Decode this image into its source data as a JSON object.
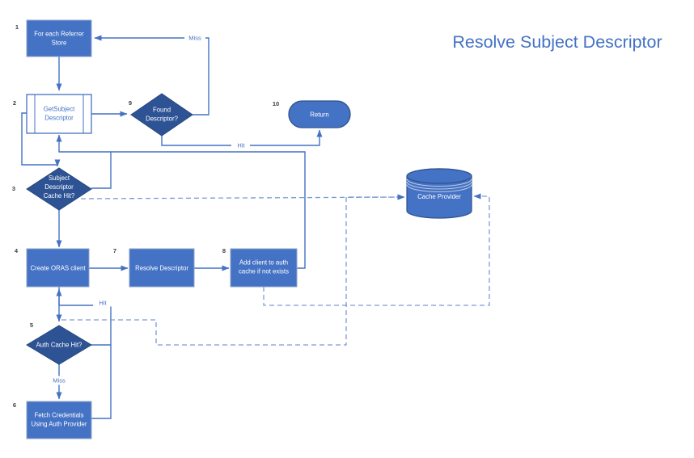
{
  "title": "Resolve Subject Descriptor",
  "nodes": {
    "box1": {
      "num": "1",
      "lines": [
        "For each Referrer",
        "Store"
      ]
    },
    "box2": {
      "num": "2",
      "lines": [
        "GetSubject",
        "Descriptor"
      ]
    },
    "d3": {
      "num": "3",
      "lines": [
        "Subject",
        "Descriptor",
        "Cache Hit?"
      ]
    },
    "box4": {
      "num": "4",
      "lines": [
        "Create ORAS client"
      ]
    },
    "d5": {
      "num": "5",
      "lines": [
        "Auth Cache Hit?"
      ]
    },
    "box6": {
      "num": "6",
      "lines": [
        "Fetch Credentials",
        "Using Auth Provider"
      ]
    },
    "box7": {
      "num": "7",
      "lines": [
        "Resolve Descriptor"
      ]
    },
    "box8": {
      "num": "8",
      "lines": [
        "Add client to auth",
        "cache if not exists"
      ]
    },
    "d9": {
      "num": "9",
      "lines": [
        "Found",
        "Descriptor?"
      ]
    },
    "box10": {
      "num": "10",
      "lines": [
        "Return"
      ]
    },
    "cylinder": {
      "lines": [
        "Cache Provider"
      ]
    }
  },
  "edge_labels": {
    "miss_loop": "Miss",
    "hit_return": "Hit",
    "hit_auth": "Hit",
    "miss_auth": "Miss"
  },
  "colors": {
    "process_fill": "#4472C4",
    "decision_fill": "#2E5395",
    "solid_line": "#4472C4",
    "dashed_line": "#7D9BD4",
    "title_text": "#4472C4",
    "number_text": "#404040"
  }
}
